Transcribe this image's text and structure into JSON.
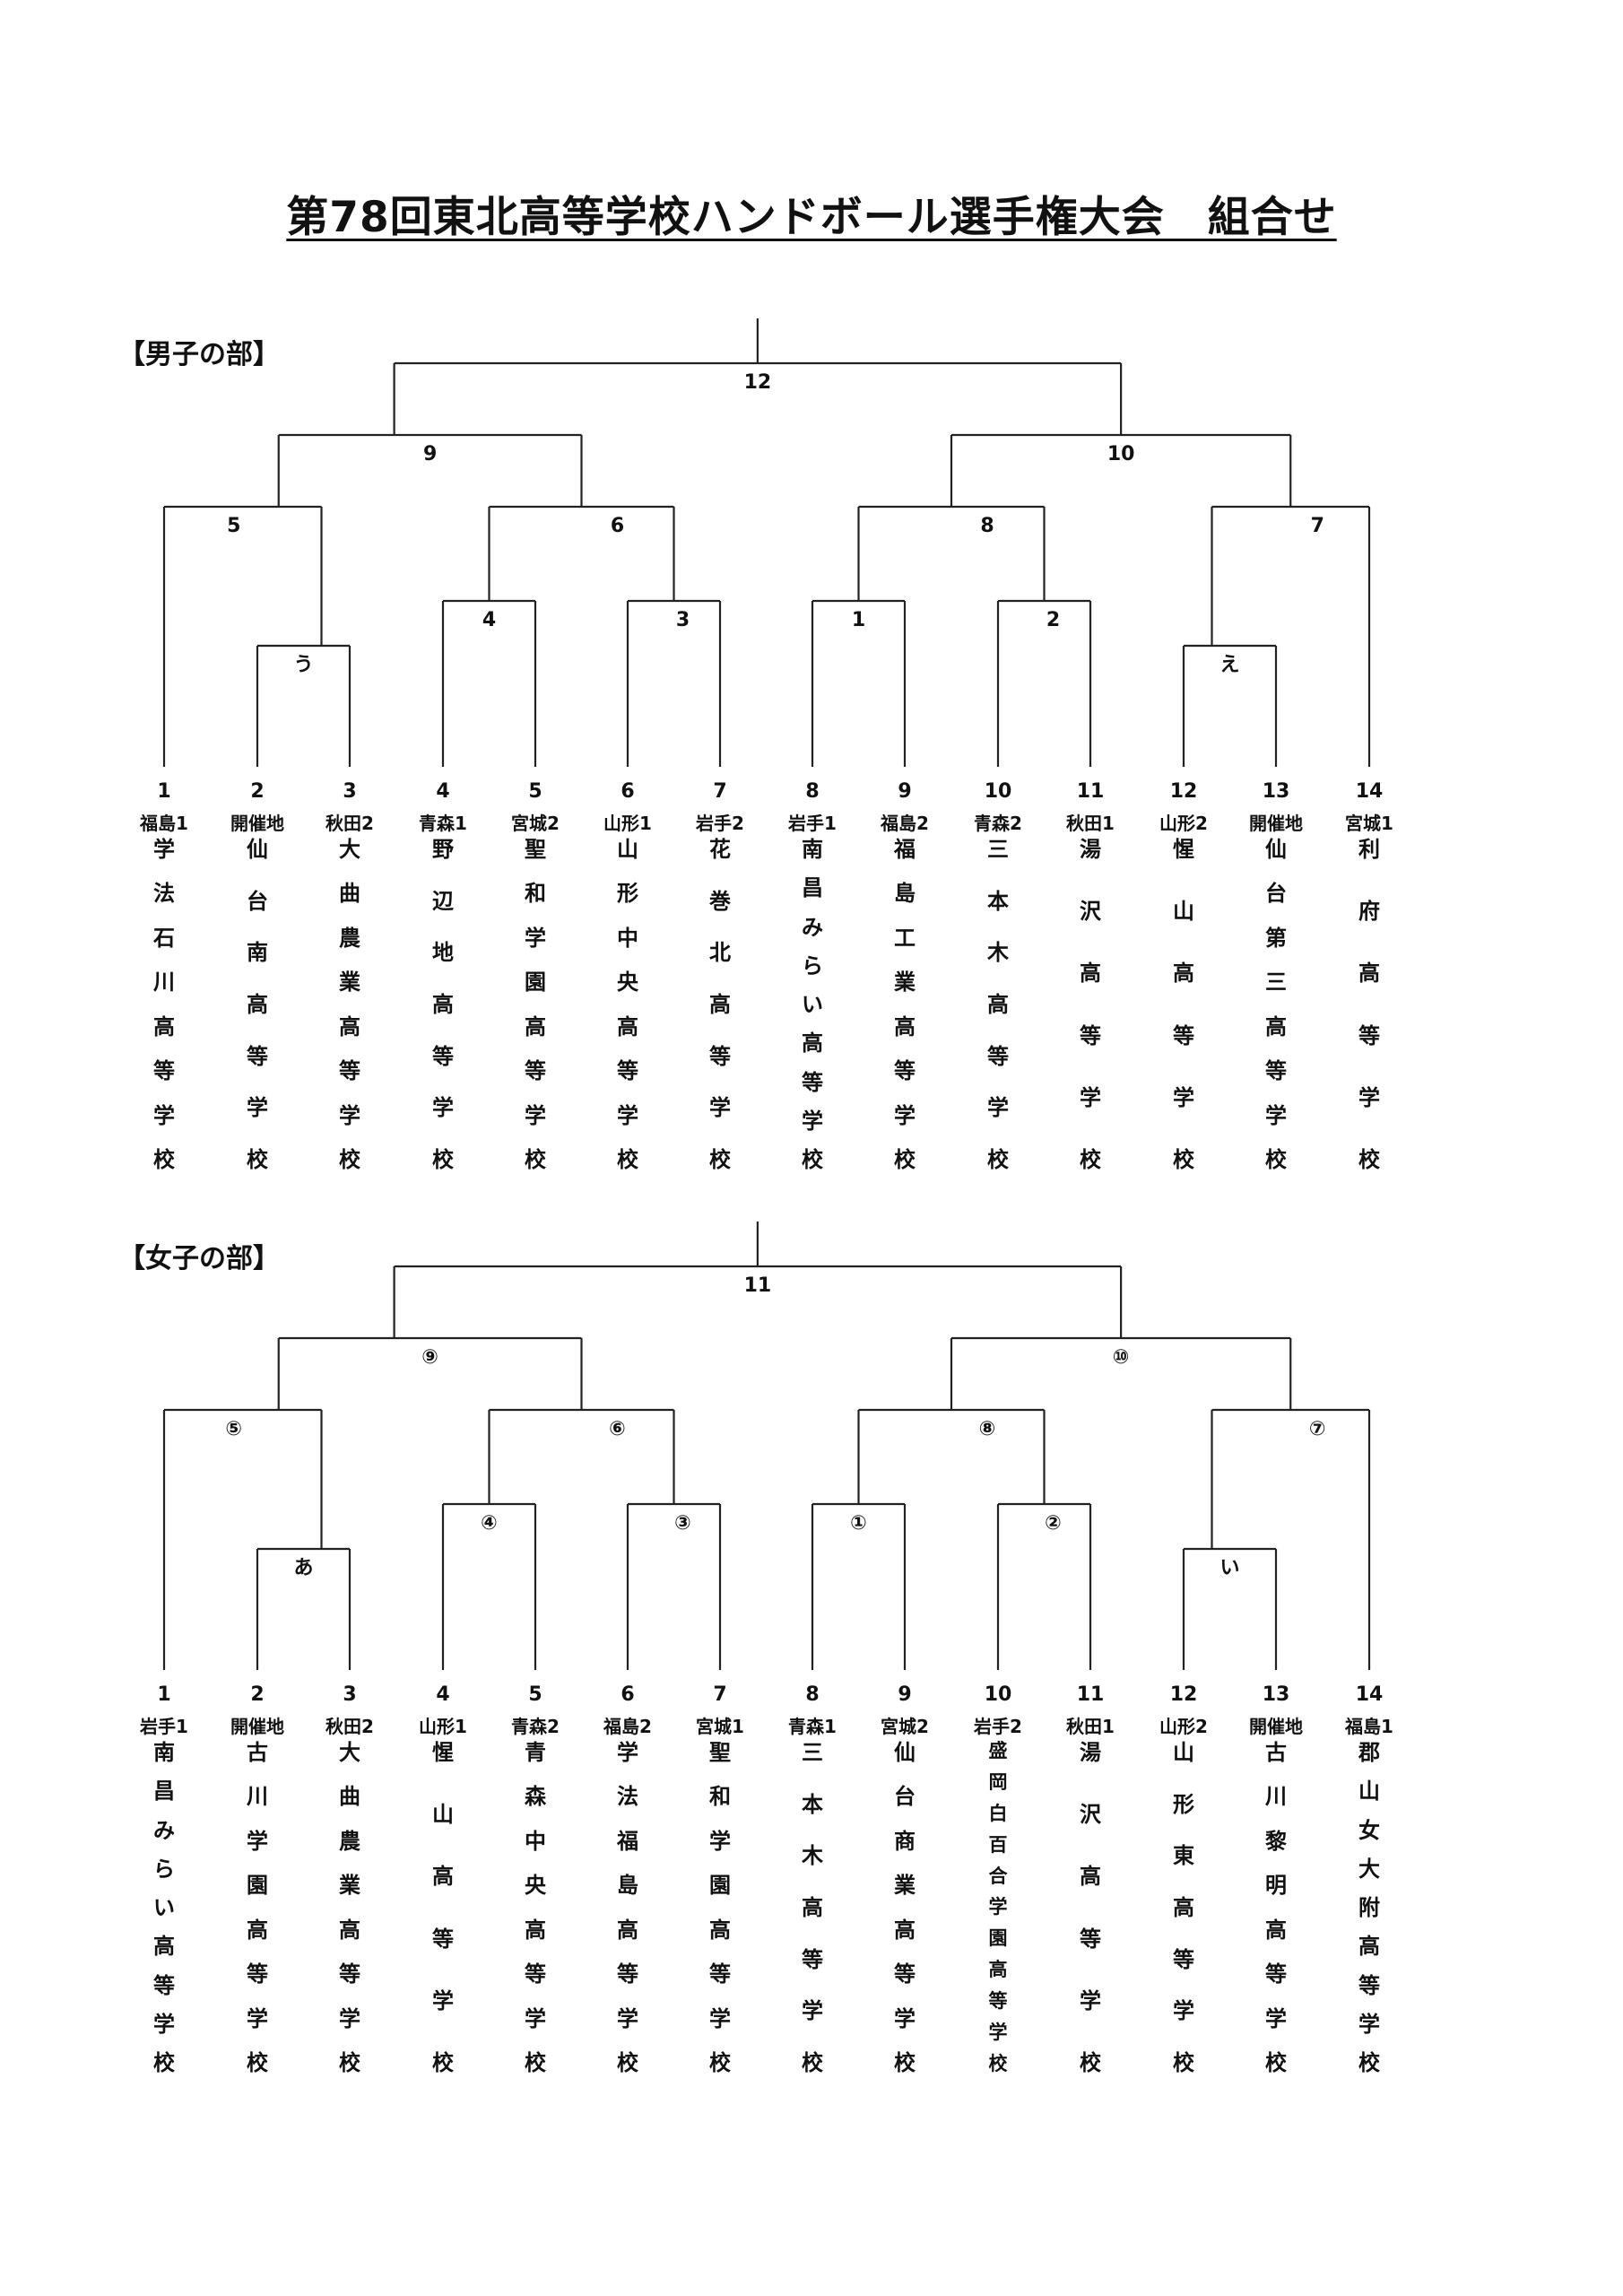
{
  "title": "第78回東北高等学校ハンドボール選手権大会　組合せ",
  "boys": {
    "heading": "【男子の部】",
    "labels": {
      "final": "12",
      "semiL": "9",
      "semiR": "10",
      "q5": "5",
      "q6": "6",
      "q8": "8",
      "q7": "7",
      "r1a": "う",
      "r1b": "4",
      "r1c": "3",
      "r1d": "1",
      "r1e": "2",
      "r1f": "え"
    },
    "teams": [
      {
        "num": "1",
        "seed": "福島1",
        "school": "学法石川高等学校"
      },
      {
        "num": "2",
        "seed": "開催地",
        "school": "仙台南高等学校"
      },
      {
        "num": "3",
        "seed": "秋田2",
        "school": "大曲農業高等学校"
      },
      {
        "num": "4",
        "seed": "青森1",
        "school": "野辺地高等学校"
      },
      {
        "num": "5",
        "seed": "宮城2",
        "school": "聖和学園高等学校"
      },
      {
        "num": "6",
        "seed": "山形1",
        "school": "山形中央高等学校"
      },
      {
        "num": "7",
        "seed": "岩手2",
        "school": "花巻北高等学校"
      },
      {
        "num": "8",
        "seed": "岩手1",
        "school": "南昌みらい高等学校"
      },
      {
        "num": "9",
        "seed": "福島2",
        "school": "福島工業高等学校"
      },
      {
        "num": "10",
        "seed": "青森2",
        "school": "三本木高等学校"
      },
      {
        "num": "11",
        "seed": "秋田1",
        "school": "湯沢高等学校"
      },
      {
        "num": "12",
        "seed": "山形2",
        "school": "惺山高等学校"
      },
      {
        "num": "13",
        "seed": "開催地",
        "school": "仙台第三高等学校"
      },
      {
        "num": "14",
        "seed": "宮城1",
        "school": "利府高等学校"
      }
    ]
  },
  "girls": {
    "heading": "【女子の部】",
    "labels": {
      "final": "11",
      "semiL": "⑨",
      "semiR": "⑩",
      "q5": "⑤",
      "q6": "⑥",
      "q8": "⑧",
      "q7": "⑦",
      "r1a": "あ",
      "r1b": "④",
      "r1c": "③",
      "r1d": "①",
      "r1e": "②",
      "r1f": "い"
    },
    "teams": [
      {
        "num": "1",
        "seed": "岩手1",
        "school": "南昌みらい高等学校"
      },
      {
        "num": "2",
        "seed": "開催地",
        "school": "古川学園高等学校"
      },
      {
        "num": "3",
        "seed": "秋田2",
        "school": "大曲農業高等学校"
      },
      {
        "num": "4",
        "seed": "山形1",
        "school": "惺山高等学校"
      },
      {
        "num": "5",
        "seed": "青森2",
        "school": "青森中央高等学校"
      },
      {
        "num": "6",
        "seed": "福島2",
        "school": "学法福島高等学校"
      },
      {
        "num": "7",
        "seed": "宮城1",
        "school": "聖和学園高等学校"
      },
      {
        "num": "8",
        "seed": "青森1",
        "school": "三本木高等学校"
      },
      {
        "num": "9",
        "seed": "宮城2",
        "school": "仙台商業高等学校"
      },
      {
        "num": "10",
        "seed": "岩手2",
        "school": "盛岡白百合学園高等学校"
      },
      {
        "num": "11",
        "seed": "秋田1",
        "school": "湯沢高等学校"
      },
      {
        "num": "12",
        "seed": "山形2",
        "school": "山形東高等学校"
      },
      {
        "num": "13",
        "seed": "開催地",
        "school": "古川黎明高等学校"
      },
      {
        "num": "14",
        "seed": "福島1",
        "school": "郡山女大附高等学校"
      }
    ]
  }
}
